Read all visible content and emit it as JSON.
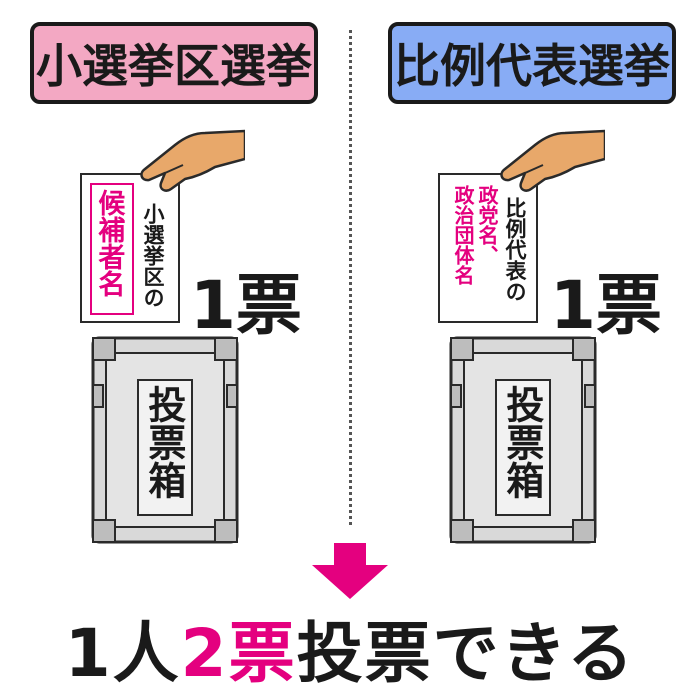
{
  "left": {
    "title": "小選挙区選挙",
    "title_bg": "#f3a8c3",
    "ballot_label": "小選挙区の",
    "ballot_fill": "候補者名",
    "votes": "1票",
    "box_label": "投票箱"
  },
  "right": {
    "title": "比例代表選挙",
    "title_bg": "#88acf5",
    "ballot_label": "比例代表の",
    "ballot_fill_line1": "政党名、",
    "ballot_fill_line2": "政治団体名",
    "votes": "1票",
    "box_label": "投票箱"
  },
  "bottom": {
    "part1": "1人",
    "part2": "2票",
    "part3": "投票できる"
  },
  "colors": {
    "accent": "#e4007f",
    "ink": "#1a1a1a",
    "box_gray": "#d9d9d9",
    "skin": "#e8a86a"
  },
  "icons": {
    "hand": "hand-icon",
    "ballot_box": "ballot-box-icon",
    "arrow": "down-arrow-icon"
  }
}
